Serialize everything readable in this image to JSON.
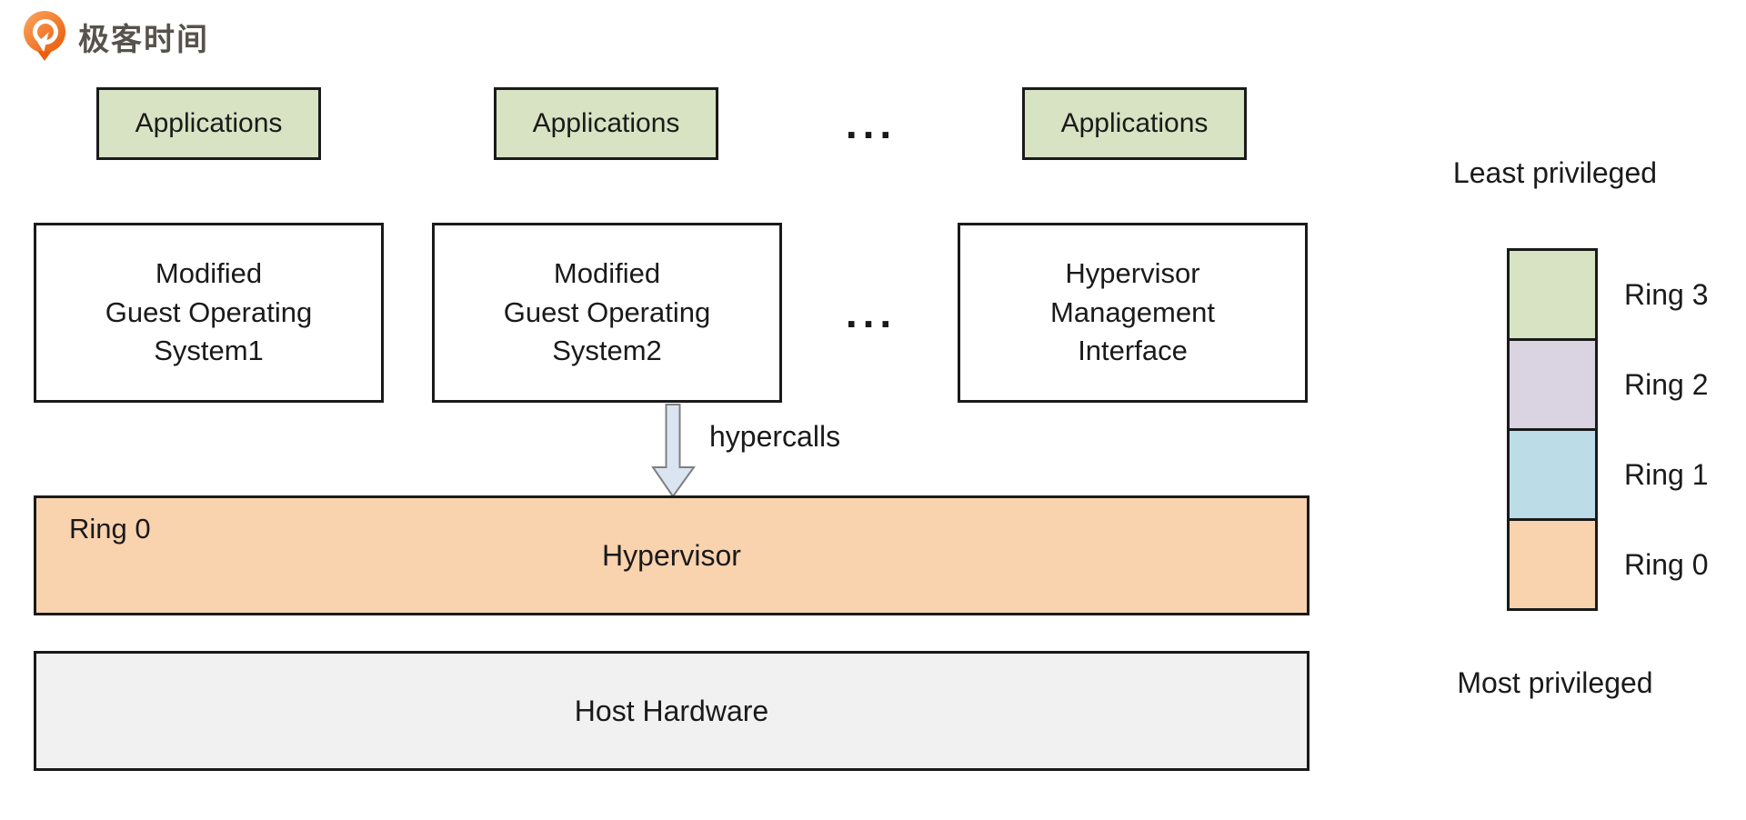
{
  "logo": {
    "text": "极客时间"
  },
  "colors": {
    "app_green": "#d7e3c2",
    "hardware_gray": "#f1f1f1",
    "arrow_fill": "#dbe5f1",
    "arrow_stroke": "#7f7f7f",
    "logo_orange": "#ec6414",
    "border_black": "#1a1a1a"
  },
  "diagram": {
    "app_boxes": [
      {
        "label": "Applications"
      },
      {
        "label": "Applications"
      },
      {
        "label": "Applications"
      }
    ],
    "ellipsis": "...",
    "guest_boxes": [
      {
        "lines": [
          "Modified",
          "Guest Operating",
          "System1"
        ]
      },
      {
        "lines": [
          "Modified",
          "Guest Operating",
          "System2"
        ]
      },
      {
        "lines": [
          "Hypervisor",
          "Management",
          "Interface"
        ]
      }
    ],
    "arrow_label": "hypercalls",
    "hypervisor_bar": {
      "ring_label": "Ring 0",
      "title": "Hypervisor"
    },
    "hardware_bar": {
      "title": "Host Hardware"
    }
  },
  "legend": {
    "top_label": "Least privileged",
    "bottom_label": "Most privileged",
    "rings": [
      {
        "label": "Ring 3",
        "color": "#d7e3c2"
      },
      {
        "label": "Ring 2",
        "color": "#d9d3e2"
      },
      {
        "label": "Ring 1",
        "color": "#bcdde8"
      },
      {
        "label": "Ring 0",
        "color": "#f9d2ae"
      }
    ]
  }
}
